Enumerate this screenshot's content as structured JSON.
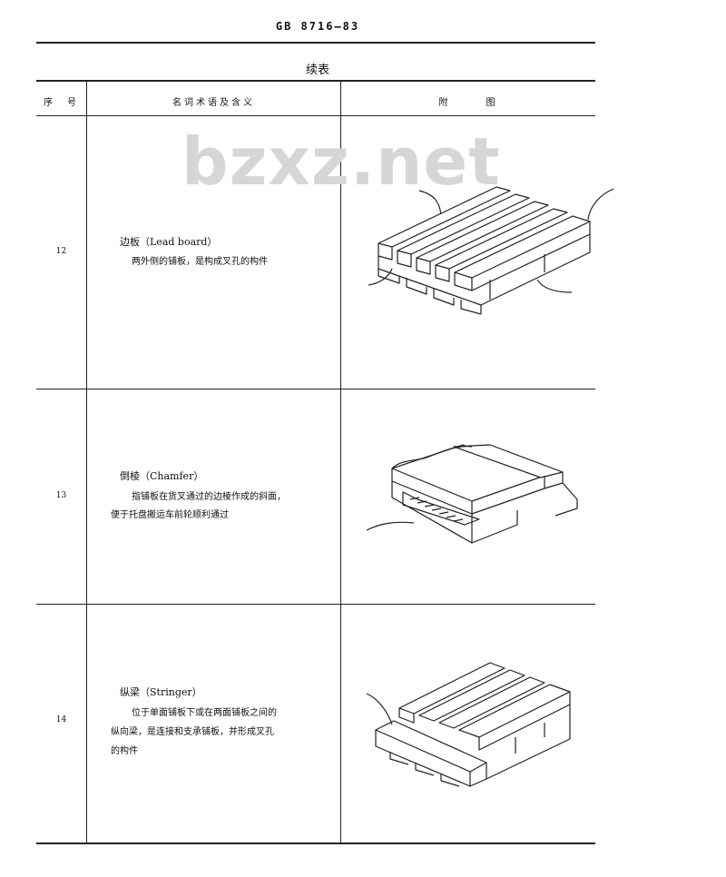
{
  "header": {
    "standard_code": "GB 8716—83",
    "continued_label": "续表"
  },
  "table": {
    "columns": [
      "序　号",
      "名词术语及含义",
      "附　　　图"
    ]
  },
  "watermark": "bzxz.net",
  "rows": [
    {
      "number": "12",
      "term": "边板（Lead board）",
      "definition": [
        "两外侧的铺板，是构成叉孔的构件"
      ],
      "figure_icon": "pallet-lead-board-diagram"
    },
    {
      "number": "13",
      "term": "倒棱（Chamfer）",
      "definition": [
        "指铺板在货叉通过的边棱作成的斜面，",
        "便于托盘搬运车前轮顺利通过"
      ],
      "figure_icon": "pallet-chamfer-diagram"
    },
    {
      "number": "14",
      "term": "纵梁（Stringer）",
      "definition": [
        "位于单面铺板下或在两面铺板之间的",
        "纵向梁，是连接和支承铺板，并形成叉孔",
        "的构件"
      ],
      "figure_icon": "pallet-stringer-diagram"
    }
  ]
}
